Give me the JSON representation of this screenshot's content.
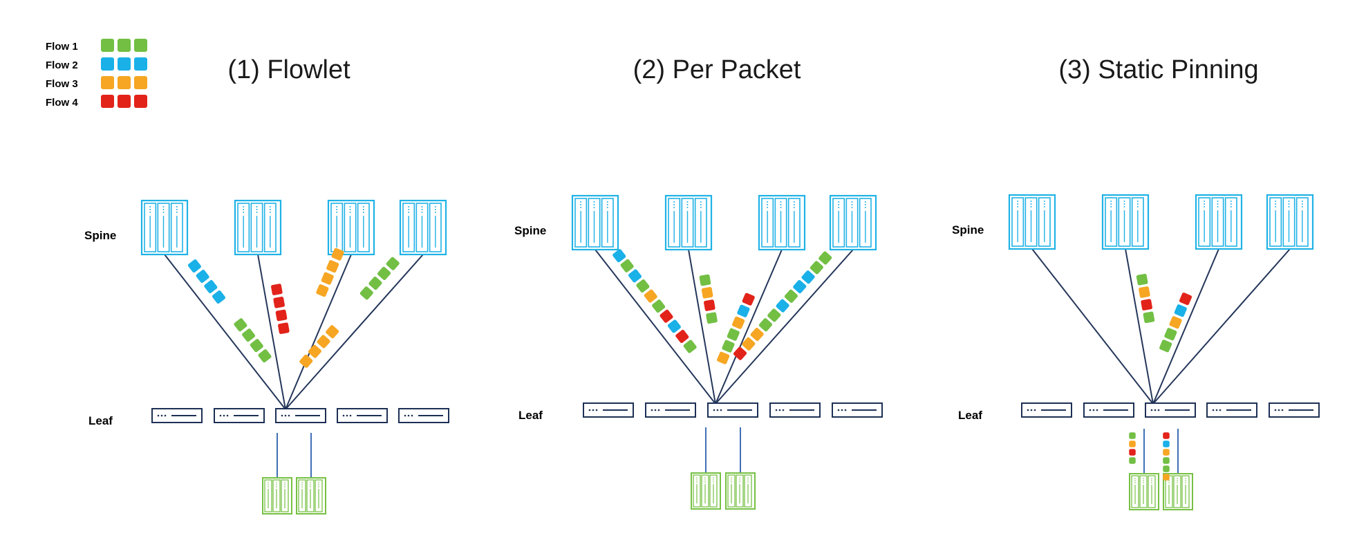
{
  "colors": {
    "flow1": "#72bf44",
    "flow2": "#1ab0e8",
    "flow3": "#f6a623",
    "flow4": "#e2231a",
    "spine": "#1fb2e6",
    "leaf": "#1c2f55",
    "link": "#24365a",
    "server": "#76c043",
    "server_link": "#3f6fb5",
    "text": "#1a1a1a"
  },
  "legend": {
    "items": [
      {
        "label": "Flow 1",
        "color_key": "flow1"
      },
      {
        "label": "Flow 2",
        "color_key": "flow2"
      },
      {
        "label": "Flow 3",
        "color_key": "flow3"
      },
      {
        "label": "Flow 4",
        "color_key": "flow4"
      }
    ]
  },
  "panels": [
    {
      "title": "(1) Flowlet",
      "spine_label": "Spine",
      "leaf_label": "Leaf",
      "spine_count": 4,
      "leaf_count": 5,
      "server_count": 2,
      "link_flows": [
        [
          "flow2",
          "flow2",
          "flow2",
          "flow2",
          "flow1",
          "flow1",
          "flow1",
          "flow1"
        ],
        [
          "flow4",
          "flow4",
          "flow4",
          "flow4"
        ],
        [
          "flow3",
          "flow3",
          "flow3",
          "flow3"
        ],
        [
          "flow1",
          "flow1",
          "flow1",
          "flow1",
          "flow3",
          "flow3",
          "flow3",
          "flow3"
        ]
      ],
      "server_flows": []
    },
    {
      "title": "(2) Per Packet",
      "spine_label": "Spine",
      "leaf_label": "Leaf",
      "spine_count": 4,
      "leaf_count": 5,
      "server_count": 2,
      "link_flows": [
        [
          "flow2",
          "flow1",
          "flow2",
          "flow1",
          "flow3",
          "flow1",
          "flow4",
          "flow2",
          "flow4",
          "flow1"
        ],
        [
          "flow1",
          "flow3",
          "flow4",
          "flow1"
        ],
        [
          "flow4",
          "flow2",
          "flow3",
          "flow1",
          "flow1",
          "flow3"
        ],
        [
          "flow1",
          "flow1",
          "flow2",
          "flow2",
          "flow1",
          "flow2",
          "flow1",
          "flow1",
          "flow3",
          "flow3",
          "flow4"
        ]
      ],
      "server_flows": []
    },
    {
      "title": "(3) Static Pinning",
      "spine_label": "Spine",
      "leaf_label": "Leaf",
      "spine_count": 4,
      "leaf_count": 5,
      "server_count": 2,
      "link_flows": [
        [],
        [
          "flow1",
          "flow3",
          "flow4",
          "flow1"
        ],
        [
          "flow4",
          "flow2",
          "flow3",
          "flow1",
          "flow1"
        ],
        []
      ],
      "server_flows": [
        [
          "flow1",
          "flow3",
          "flow4",
          "flow1"
        ],
        [
          "flow4",
          "flow2",
          "flow3",
          "flow1",
          "flow1",
          "flow3"
        ]
      ]
    }
  ]
}
